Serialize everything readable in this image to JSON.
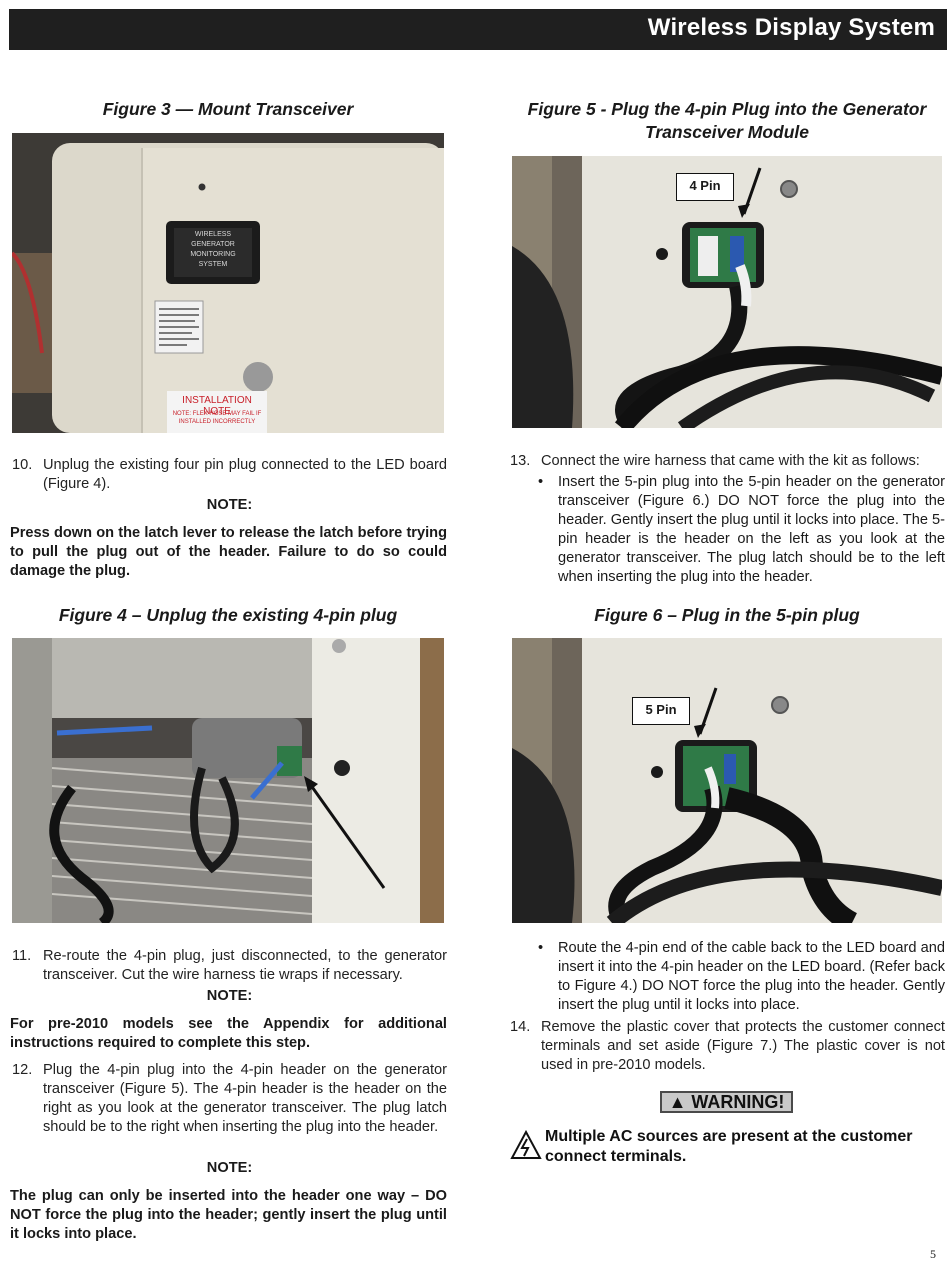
{
  "header": {
    "title": "Wireless Display System"
  },
  "figures": {
    "fig3": {
      "caption": "Figure 3 — Mount Transceiver",
      "display_lines": [
        "WIRELESS",
        "GENERATOR",
        "MONITORING",
        "SYSTEM"
      ],
      "sticker": "INSTALLATION NOTE",
      "sticker_sub": [
        "NOTE: FLEX HOSE MAY FAIL IF",
        "INSTALLED INCORRECTLY"
      ]
    },
    "fig4": {
      "caption": "Figure 4 – Unplug the existing 4-pin plug"
    },
    "fig5": {
      "caption_line1": "Figure 5 - Plug the 4-pin Plug into the Generator",
      "caption_line2": "Transceiver Module",
      "label": "4 Pin"
    },
    "fig6": {
      "caption": "Figure 6 – Plug in the 5-pin plug",
      "label": "5 Pin"
    }
  },
  "steps": {
    "s10": {
      "num": "10.",
      "text": "Unplug the existing four pin plug connected to the LED board (Figure 4)."
    },
    "note1_label": "NOTE:",
    "note1_text": "Press down on the latch lever to release the latch before trying to pull the plug out of the header. Failure to do so could damage the plug.",
    "s11": {
      "num": "11.",
      "text": "Re-route the 4-pin plug, just disconnected, to the generator transceiver. Cut the wire harness tie wraps if necessary."
    },
    "note2_label": "NOTE:",
    "note2_text": "For pre-2010 models see the Appendix for additional instructions required to complete this step.",
    "s12": {
      "num": "12.",
      "text": "Plug the 4-pin plug into the 4-pin header on the generator transceiver (Figure 5). The 4-pin header is the header on the right as you look at the generator transceiver. The plug latch should be to the right when inserting the plug into the header."
    },
    "note3_label": "NOTE:",
    "note3_text": "The plug can only be inserted into the header one way – DO NOT force the plug into the header; gently insert the plug until it locks into place.",
    "s13": {
      "num": "13.",
      "text": "Connect the wire harness that came with the kit as follows:"
    },
    "bullet1": "Insert the 5-pin plug into the 5-pin header on the generator transceiver (Figure 6.) DO NOT force the plug into the header. Gently insert the plug until it locks into place. The 5-pin header is the header on the left as you look at the generator transceiver. The plug latch should be to the left when inserting the plug into the header.",
    "bullet2": "Route the 4-pin end of the cable back to the LED board and insert it into the 4-pin header on the LED board. (Refer back to Figure 4.) DO NOT force the plug into the header. Gently insert the plug until it locks into place.",
    "s14": {
      "num": "14.",
      "text": "Remove the plastic cover that protects the customer connect terminals and set aside (Figure 7.) The plastic cover is not used in pre-2010 models."
    }
  },
  "warning": {
    "label": "WARNING!",
    "text": "Multiple AC sources are present at the customer connect terminals."
  },
  "page_number": "5"
}
